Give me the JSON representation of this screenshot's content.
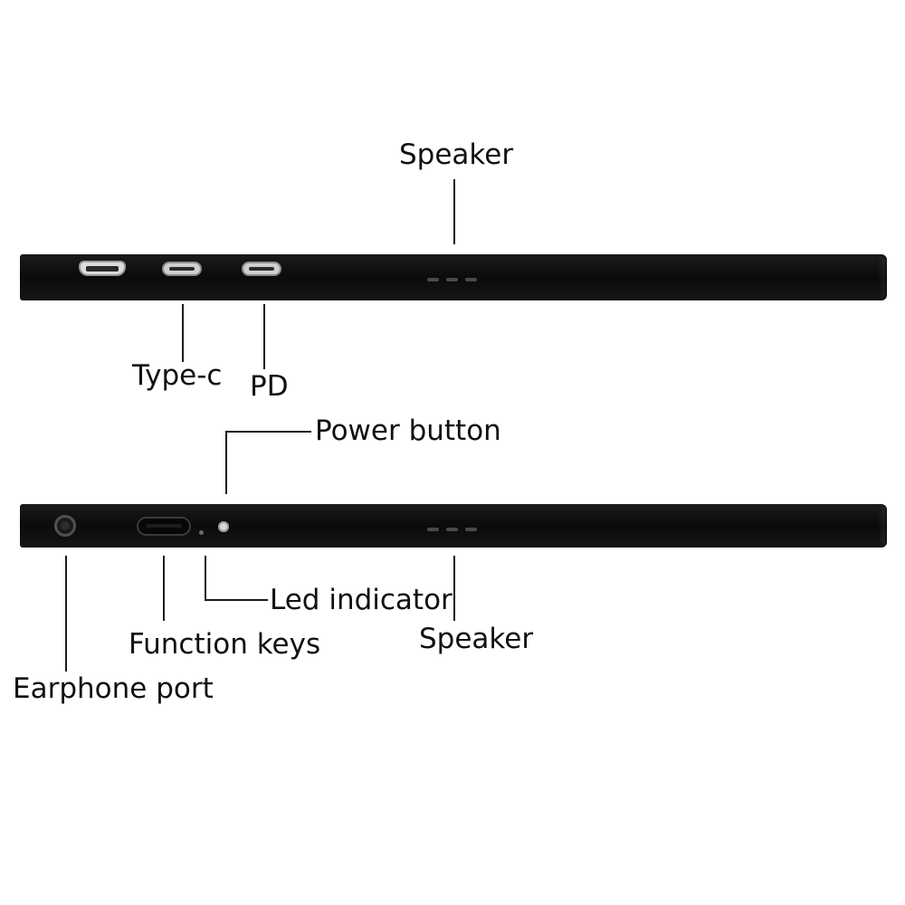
{
  "top_view": {
    "labels": {
      "speaker": "Speaker",
      "type_c": "Type-c",
      "pd": "PD"
    }
  },
  "bottom_view": {
    "labels": {
      "power_button": "Power button",
      "led_indicator": "Led indicator",
      "function_keys": "Function keys",
      "speaker": "Speaker",
      "earphone_port": "Earphone port"
    }
  },
  "colors": {
    "device_body": "#111111",
    "port_metal": "#cfcfcf",
    "leader_line": "#1a1a1a"
  }
}
